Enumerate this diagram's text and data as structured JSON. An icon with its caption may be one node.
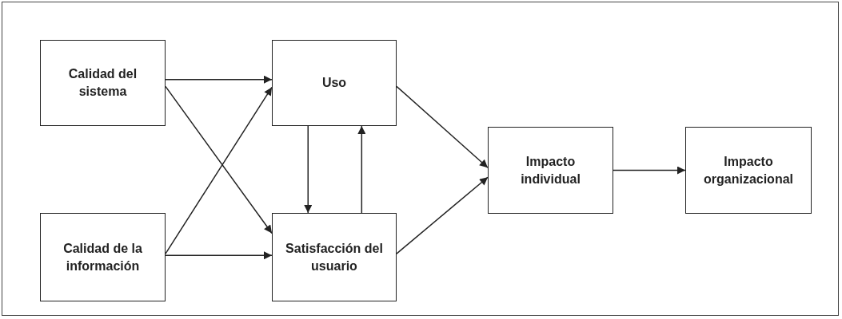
{
  "diagram": {
    "nodes": [
      {
        "text": [
          "Calidad del sistema"
        ]
      },
      {
        "text": [
          "Calidad de la información"
        ]
      },
      {
        "text": [
          "Uso"
        ]
      },
      {
        "text": [
          "Satisfacción del usuario"
        ]
      },
      {
        "text": [
          "Impacto individual"
        ]
      },
      {
        "text": [
          "Impacto organizacional"
        ]
      }
    ],
    "edges": [
      {
        "from": 0,
        "to": 2,
        "arrow": "to"
      },
      {
        "from": 0,
        "to": 3,
        "arrow": "to"
      },
      {
        "from": 1,
        "to": 2,
        "arrow": "to"
      },
      {
        "from": 1,
        "to": 3,
        "arrow": "to"
      },
      {
        "from": 2,
        "to": 3,
        "arrow": "to"
      },
      {
        "from": 3,
        "to": 2,
        "arrow": "to"
      },
      {
        "from": 2,
        "to": 4,
        "arrow": "to"
      },
      {
        "from": 3,
        "to": 4,
        "arrow": "to"
      },
      {
        "from": 4,
        "to": 5,
        "arrow": "to"
      }
    ]
  }
}
